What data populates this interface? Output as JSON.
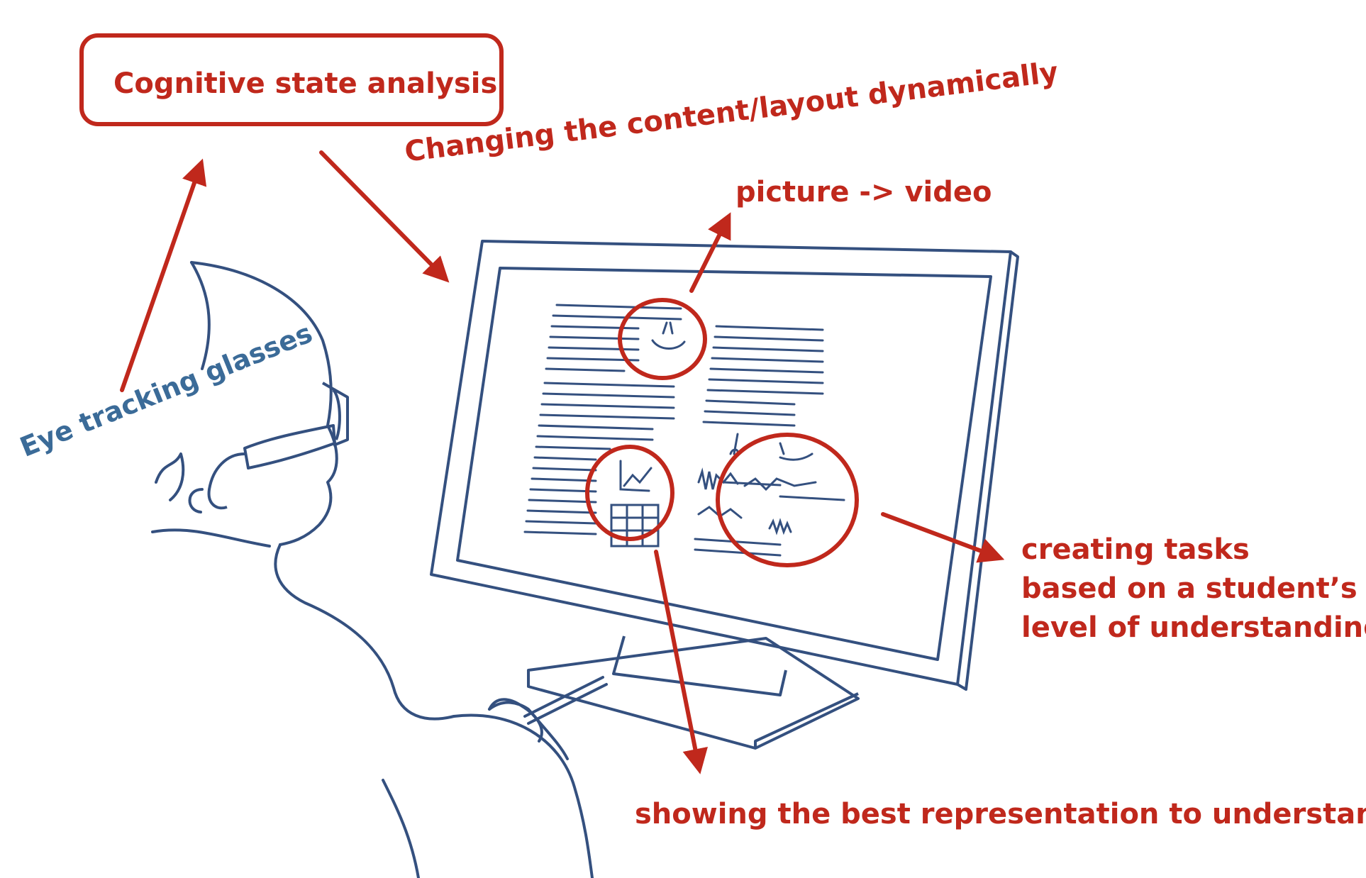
{
  "labels": {
    "cognitive": "Cognitive state analysis",
    "changing": "Changing the content/layout dynamically",
    "picture_video": "picture -> video",
    "eye_tracking": "Eye tracking glasses",
    "tasks": [
      "creating tasks",
      "based on a student’s",
      "level of understanding"
    ],
    "showing": "showing the best representation to understand"
  },
  "colors": {
    "annotation_red": "#c0281c",
    "sketch_blue": "#34507f",
    "label_blue": "#3b6b98",
    "background": "#ffffff"
  }
}
